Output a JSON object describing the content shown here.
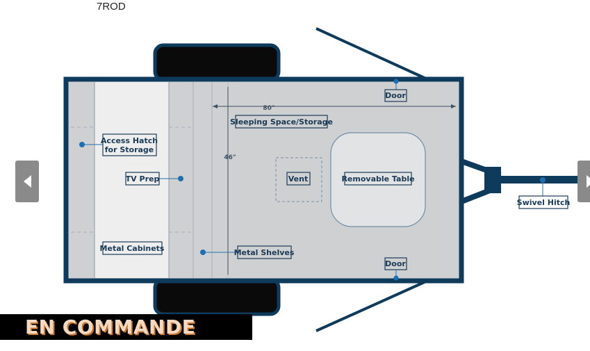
{
  "page": {
    "title": "7ROD"
  },
  "diagram": {
    "labels": {
      "access_hatch_line1": "Access Hatch",
      "access_hatch_line2": "for Storage",
      "tv_prep": "TV Prep",
      "metal_cabinets": "Metal Cabinets",
      "metal_shelves": "Metal Shelves",
      "sleeping_space": "Sleeping Space/Storage",
      "vent": "Vent",
      "removable_table": "Removable Table",
      "door_top": "Door",
      "door_bottom": "Door",
      "swivel_hitch": "Swivel Hitch"
    },
    "dimensions": {
      "length": "80\"",
      "width": "46\""
    },
    "colors": {
      "frame": "#0e3a5c",
      "interior": "#cfd0d2",
      "cabinet": "#eeeeef",
      "tire": "#0a0a0a",
      "marker": "#1f6fb0"
    }
  },
  "carousel": {
    "prev_icon": "chevron-left-icon",
    "next_icon": "chevron-right-icon"
  },
  "banner": {
    "text": "EN COMMANDE"
  }
}
